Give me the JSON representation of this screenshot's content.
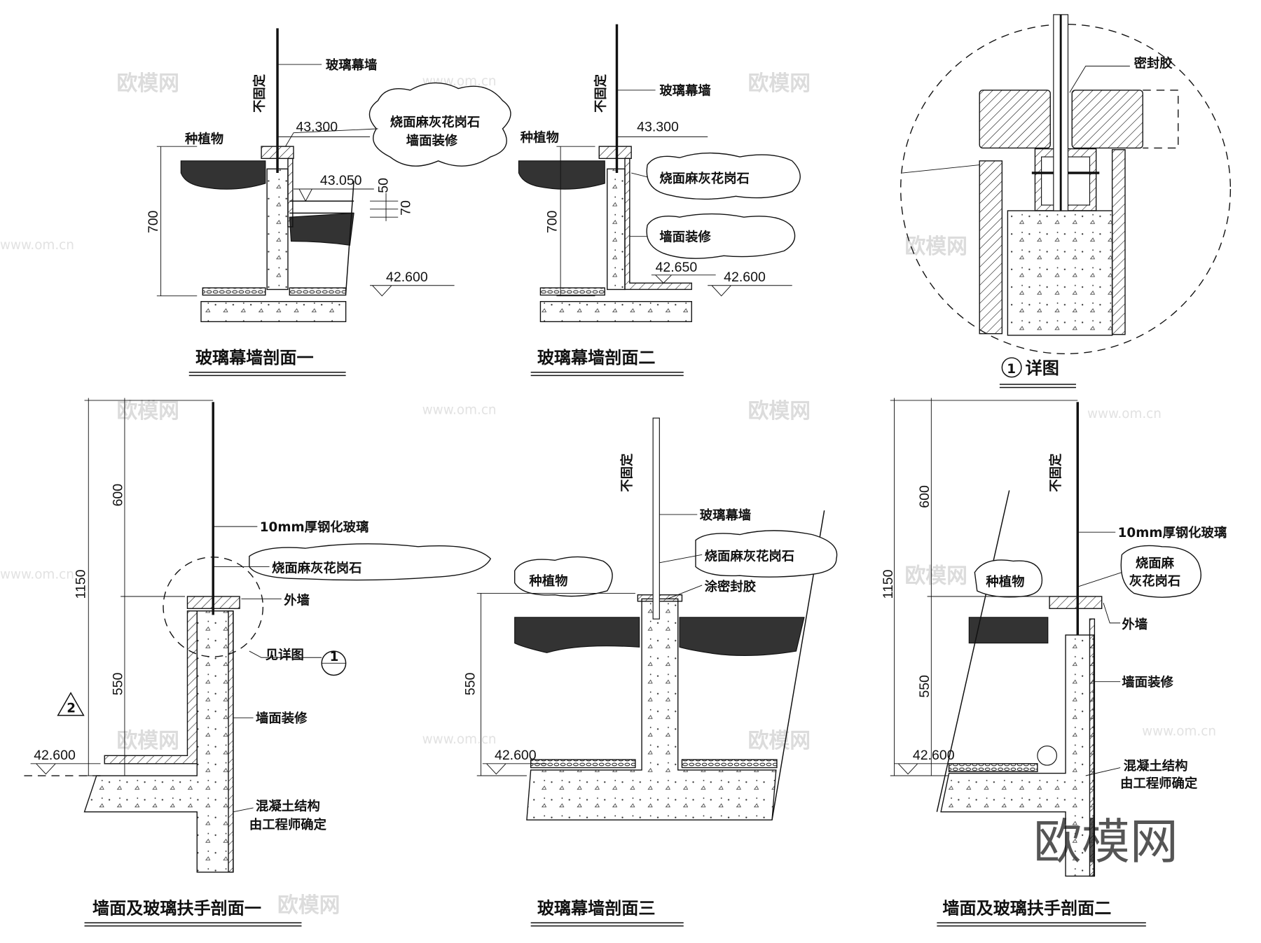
{
  "watermark": {
    "brand": "欧模网",
    "url": "www.om.cn"
  },
  "section1": {
    "title": "玻璃幕墙剖面一",
    "glass": "玻璃幕墙",
    "unfixed": "不固定",
    "plants": "种植物",
    "finish_line1": "烧面麻灰花岗石",
    "finish_line2": "墙面装修",
    "elev_top": "43.300",
    "elev_water": "43.050",
    "elev_ground": "42.600",
    "dim_height": "700",
    "dim_a": "50",
    "dim_b": "70"
  },
  "section2": {
    "title": "玻璃幕墙剖面二",
    "glass": "玻璃幕墙",
    "unfixed": "不固定",
    "plants": "种植物",
    "granite": "烧面麻灰花岗石",
    "wall_finish": "墙面装修",
    "elev_top": "43.300",
    "elev_mid": "42.650",
    "elev_ground": "42.600",
    "dim_height": "700"
  },
  "detail": {
    "number": "1",
    "title": "详图",
    "sealant": "密封胶"
  },
  "section4": {
    "title": "墙面及玻璃扶手剖面一",
    "glass": "10mm厚钢化玻璃",
    "granite": "烧面麻灰花岗石",
    "outer_wall": "外墙",
    "see_detail": "见详图",
    "detail_ref": "1",
    "wall_finish": "墙面装修",
    "concrete_line1": "混凝土结构",
    "concrete_line2": "由工程师确定",
    "elev_ground": "42.600",
    "dim_upper": "600",
    "dim_lower": "550",
    "dim_total": "1150",
    "marker": "2"
  },
  "section5": {
    "title": "玻璃幕墙剖面三",
    "unfixed": "不固定",
    "glass": "玻璃幕墙",
    "granite": "烧面麻灰花岗石",
    "sealant": "涂密封胶",
    "plants": "种植物",
    "elev_ground": "42.600",
    "dim_height": "550"
  },
  "section6": {
    "title": "墙面及玻璃扶手剖面二",
    "unfixed": "不固定",
    "glass": "10mm厚钢化玻璃",
    "granite_line1": "烧面麻",
    "granite_line2": "灰花岗石",
    "outer_wall": "外墙",
    "wall_finish": "墙面装修",
    "concrete_line1": "混凝土结构",
    "concrete_line2": "由工程师确定",
    "plants": "种植物",
    "elev_ground": "42.600",
    "dim_upper": "600",
    "dim_lower": "550",
    "dim_total": "1150"
  }
}
